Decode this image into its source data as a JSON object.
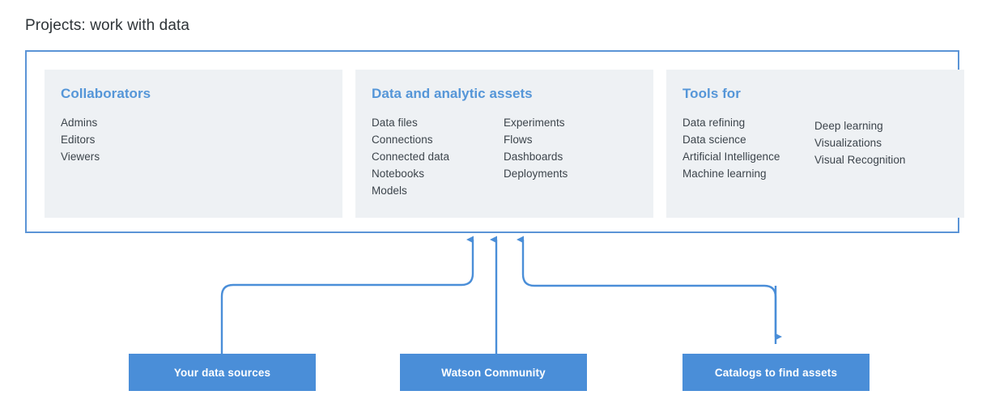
{
  "title": "Projects: work with data",
  "colors": {
    "accent_blue": "#4a8ed8",
    "heading_blue": "#5596d8",
    "panel_border": "#5b94d6",
    "card_background": "#eef1f4",
    "body_text": "#3c444b",
    "title_text": "#2e3438",
    "connector": "#4a8ed8"
  },
  "panel": {
    "cards": [
      {
        "heading": "Collaborators",
        "columns": [
          {
            "items": [
              "Admins",
              "Editors",
              "Viewers"
            ]
          }
        ]
      },
      {
        "heading": "Data and analytic assets",
        "columns": [
          {
            "items": [
              "Data files",
              "Connections",
              "Connected data",
              "Notebooks",
              "Models"
            ]
          },
          {
            "items": [
              "Experiments",
              "Flows",
              "Dashboards",
              "Deployments"
            ]
          }
        ]
      },
      {
        "heading": "Tools for",
        "columns": [
          {
            "items": [
              "Data refining",
              "Data science",
              "Artificial Intelligence",
              "Machine learning"
            ]
          },
          {
            "items": [
              "Deep learning",
              "Visualizations",
              "Visual Recognition"
            ]
          }
        ]
      }
    ]
  },
  "sources": [
    {
      "label": "Your data sources"
    },
    {
      "label": "Watson Community"
    },
    {
      "label": "Catalogs to find assets"
    }
  ],
  "connectors": [
    {
      "name": "data-sources-to-projects",
      "from": "Your data sources",
      "to": "Projects panel",
      "direction": "up"
    },
    {
      "name": "watson-community-to-projects",
      "from": "Watson Community",
      "to": "Projects panel",
      "direction": "up"
    },
    {
      "name": "projects-to-catalogs",
      "from": "Projects panel",
      "to": "Catalogs to find assets",
      "direction": "up-and-down"
    }
  ]
}
